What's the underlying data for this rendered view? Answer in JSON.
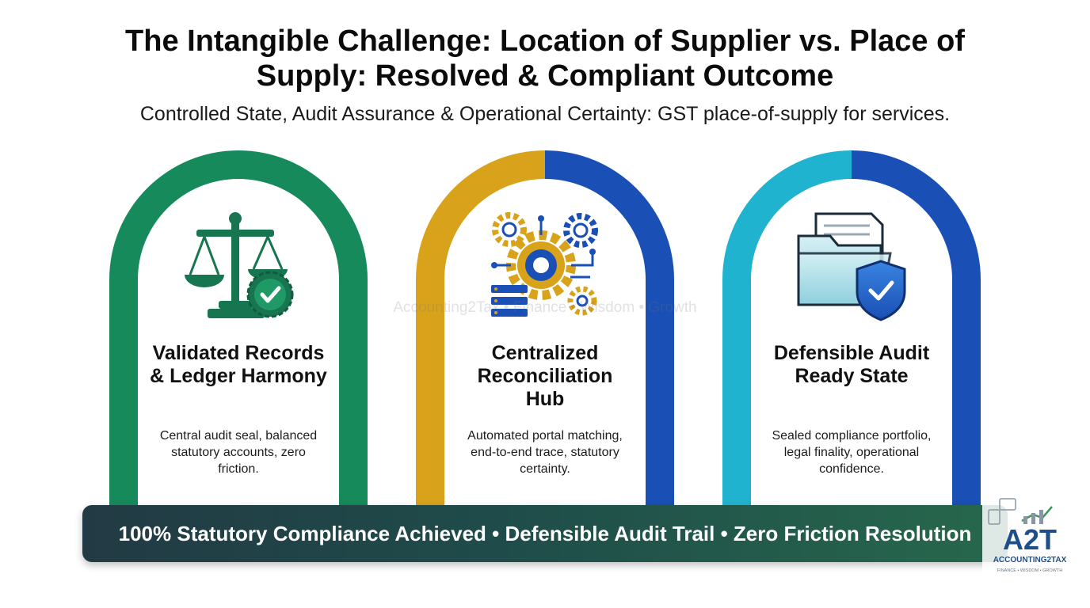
{
  "header": {
    "title_line1": "The Intangible Challenge: Location of Supplier vs. Place of",
    "title_line2": "Supply: Resolved & Compliant Outcome",
    "subtitle": "Controlled State, Audit Assurance & Operational Certainty: GST place-of-supply for services."
  },
  "cards": [
    {
      "heading_line1": "Validated Records",
      "heading_line2": "& Ledger Harmony",
      "heading_line3": "",
      "desc_line1": "Central audit seal, balanced",
      "desc_line2": "statutory accounts, zero",
      "desc_line3": "friction.",
      "icon": "balance-scale-check-icon",
      "arch_colors": [
        "#178a5c",
        "#178a5c"
      ]
    },
    {
      "heading_line1": "Centralized",
      "heading_line2": "Reconciliation",
      "heading_line3": "Hub",
      "desc_line1": "Automated portal matching,",
      "desc_line2": "end-to-end trace, statutory",
      "desc_line3": "certainty.",
      "icon": "gears-server-icon",
      "arch_colors": [
        "#d9a21b",
        "#1a4fb5"
      ]
    },
    {
      "heading_line1": "Defensible Audit",
      "heading_line2": "Ready State",
      "heading_line3": "",
      "desc_line1": "Sealed compliance portfolio,",
      "desc_line2": "legal finality, operational",
      "desc_line3": "confidence.",
      "icon": "folder-shield-icon",
      "arch_colors": [
        "#1fb3cf",
        "#1a4fb5"
      ]
    }
  ],
  "watermark": "Accounting2Tax • Finance • Wisdom • Growth",
  "banner": {
    "text": "100% Statutory Compliance Achieved • Defensible Audit Trail • Zero Friction Resolution"
  },
  "logo": {
    "mark": "A2T",
    "name": "ACCOUNTING2TAX",
    "tagline": "FINANCE • WISDOM • GROWTH"
  }
}
